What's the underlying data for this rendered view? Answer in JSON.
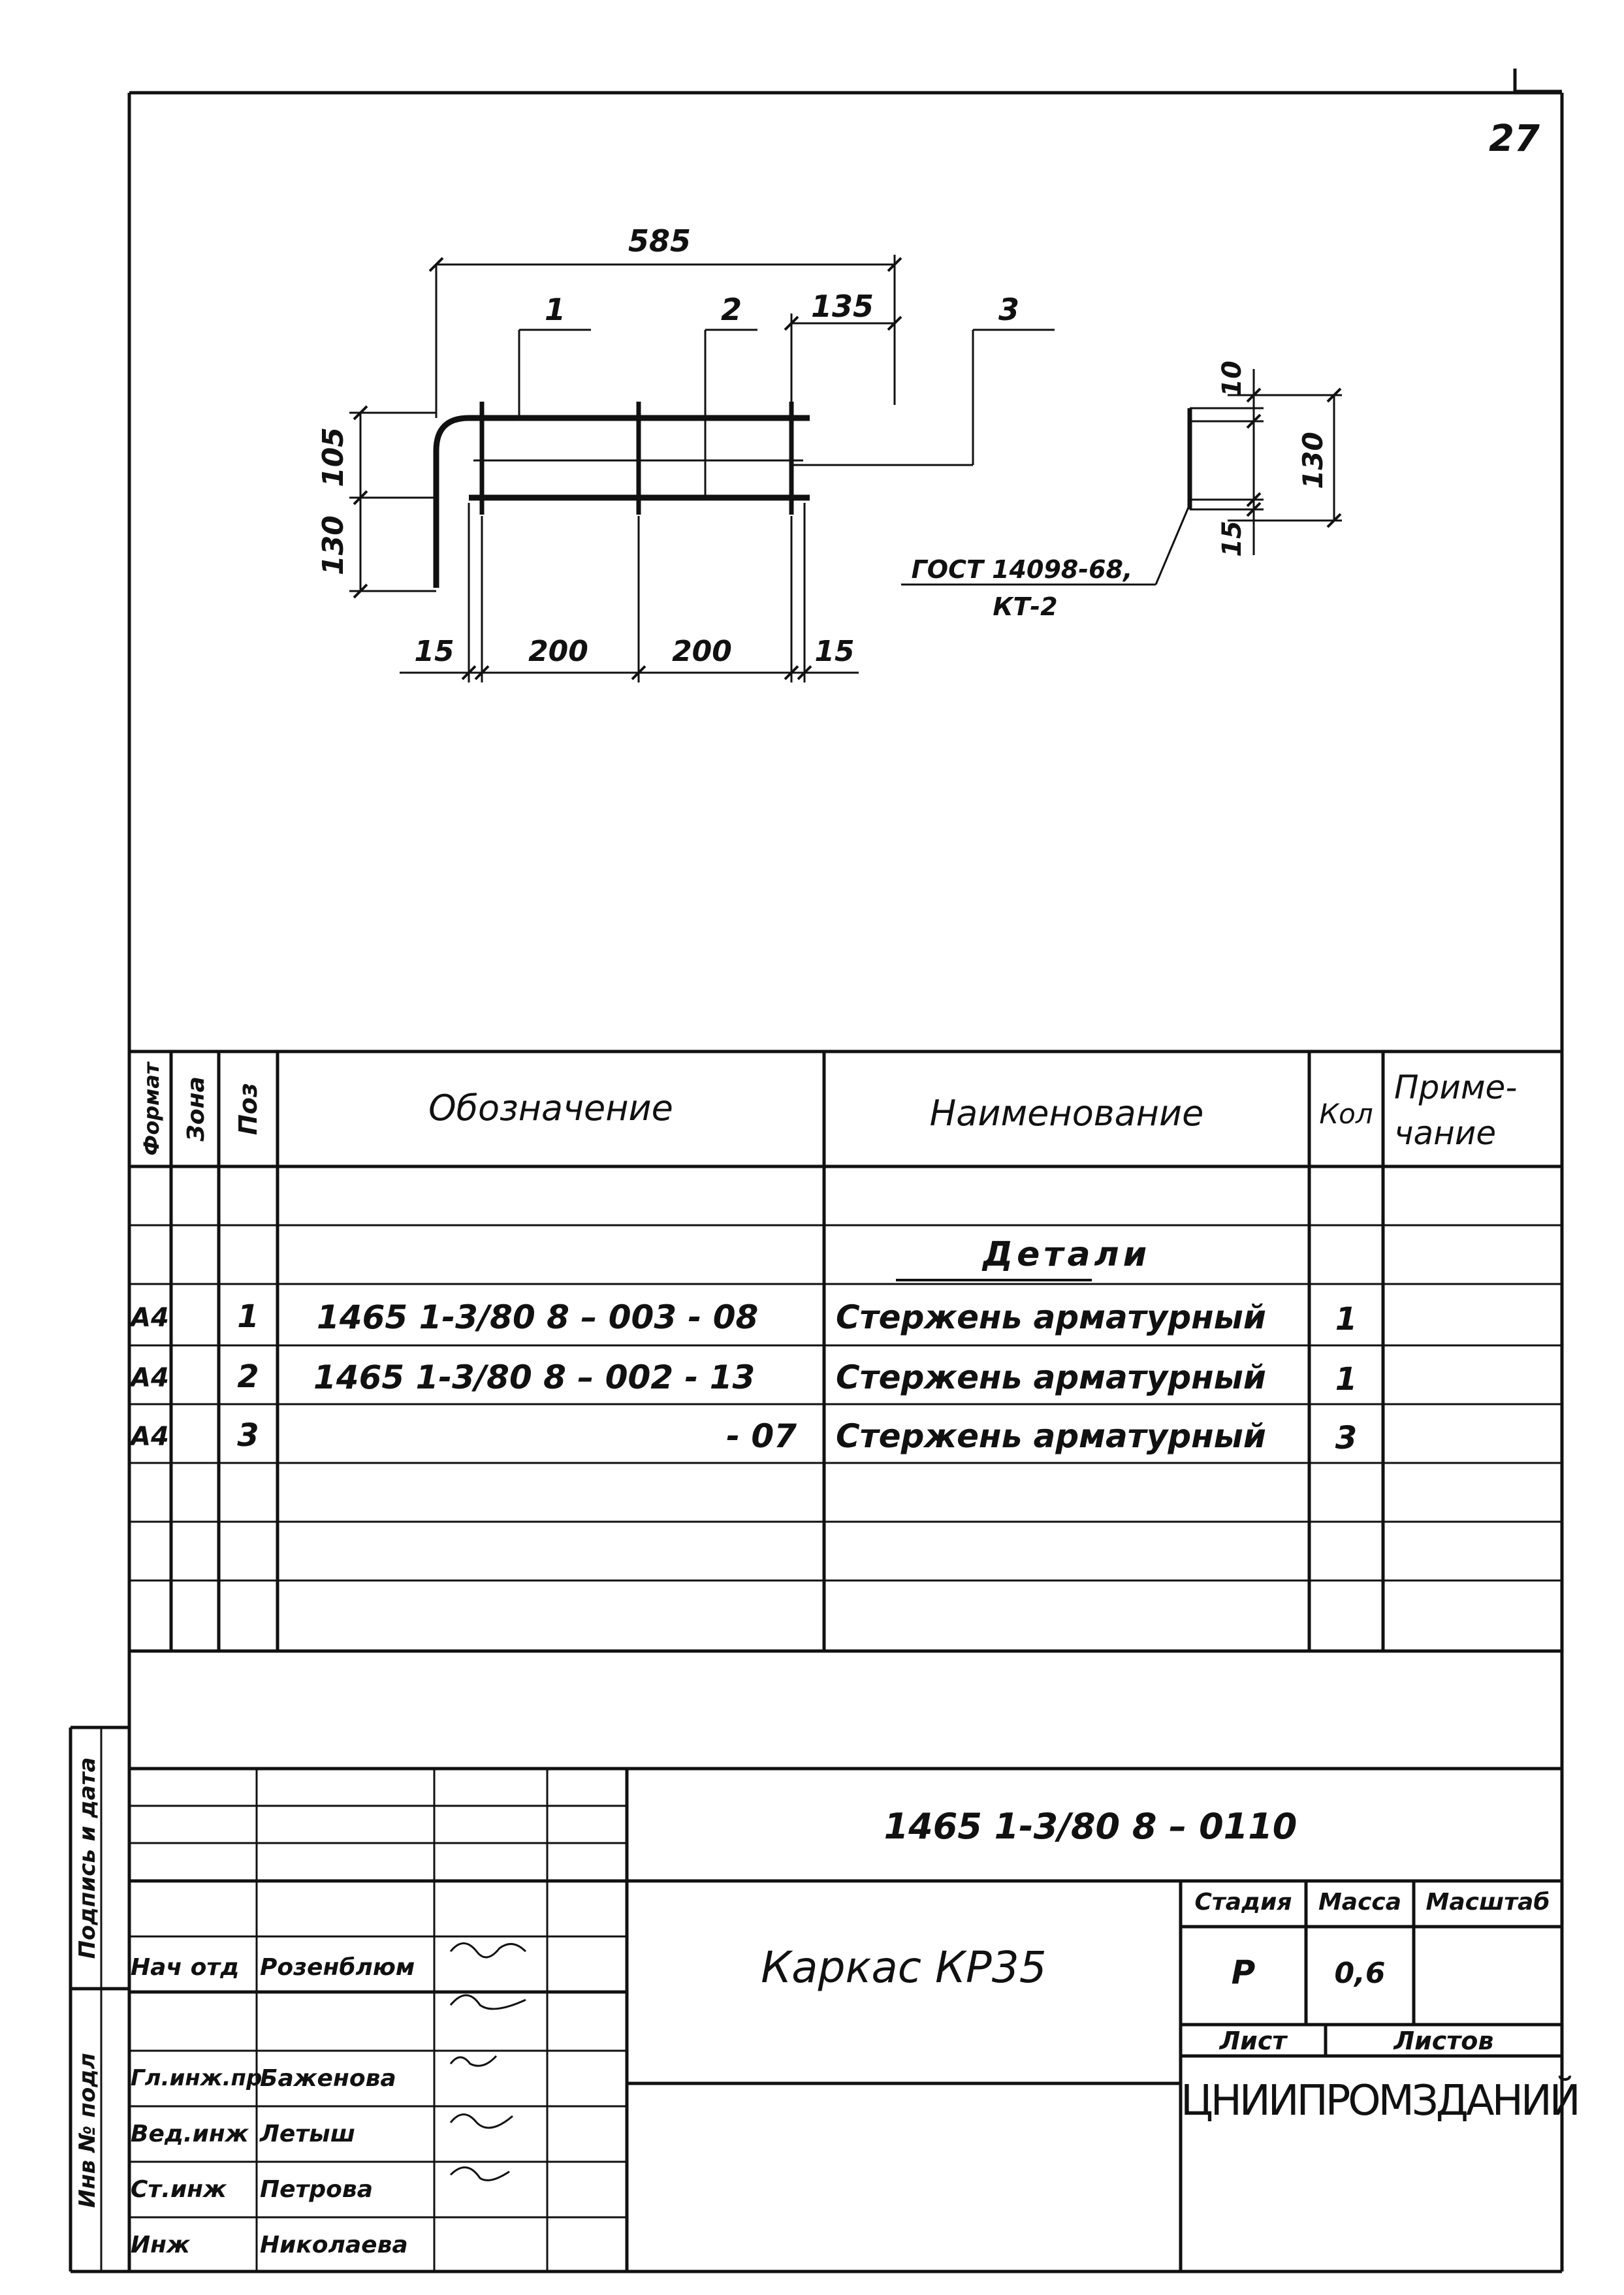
{
  "page_number": "27",
  "drawing": {
    "dimensions": {
      "overall_length": "585",
      "end_offset": "135",
      "height_top": "105",
      "height_bottom": "130",
      "bottom_left": "15",
      "span_1": "200",
      "span_2": "200",
      "bottom_right": "15",
      "detail_top": "10",
      "detail_height": "130",
      "detail_bottom": "15"
    },
    "callouts": [
      "1",
      "2",
      "3"
    ],
    "weld_note_line1": "ГОСТ 14098-68,",
    "weld_note_line2": "КТ-2"
  },
  "spec_table": {
    "headers": {
      "format": "Формат",
      "zone": "Зона",
      "pos": "Поз",
      "designation": "Обозначение",
      "name": "Наименование",
      "qty": "Кол",
      "note_line1": "Приме-",
      "note_line2": "чание"
    },
    "section_title": "Детали",
    "rows": [
      {
        "format": "А4",
        "pos": "1",
        "designation": "1465 1-3/80  8  –  003  - 08",
        "name": "Стержень  арматурный",
        "qty": "1"
      },
      {
        "format": "А4",
        "pos": "2",
        "designation": "1465 1-3/80  8  –  002  - 13",
        "name": "Стержень  арматурный",
        "qty": "1"
      },
      {
        "format": "А4",
        "pos": "3",
        "designation": "- 07",
        "name": "Стержень  арматурный",
        "qty": "3"
      }
    ]
  },
  "side_stamp": {
    "signature_date": "Подпись и дата",
    "inv_no": "Инв № подл"
  },
  "title_block": {
    "document_code": "1465 1-3/80  8  –  0110",
    "product_name": "Каркас    КР35",
    "stage_label": "Стадия",
    "mass_label": "Масса",
    "scale_label": "Масштаб",
    "stage_value": "Р",
    "mass_value": "0,6",
    "scale_value": "",
    "sheet_label": "Лист",
    "sheets_label": "Листов",
    "organization": "ЦНИИПРОМЗДАНИЙ",
    "signers": [
      {
        "role": "Нач отд",
        "name": "Розенблюм"
      },
      {
        "role": "Гл.инж.пр",
        "name": "Баженова"
      },
      {
        "role": "Вед.инж",
        "name": "Летыш"
      },
      {
        "role": "Ст.инж",
        "name": "Петрова"
      },
      {
        "role": "Инж",
        "name": "Николаева"
      }
    ]
  }
}
